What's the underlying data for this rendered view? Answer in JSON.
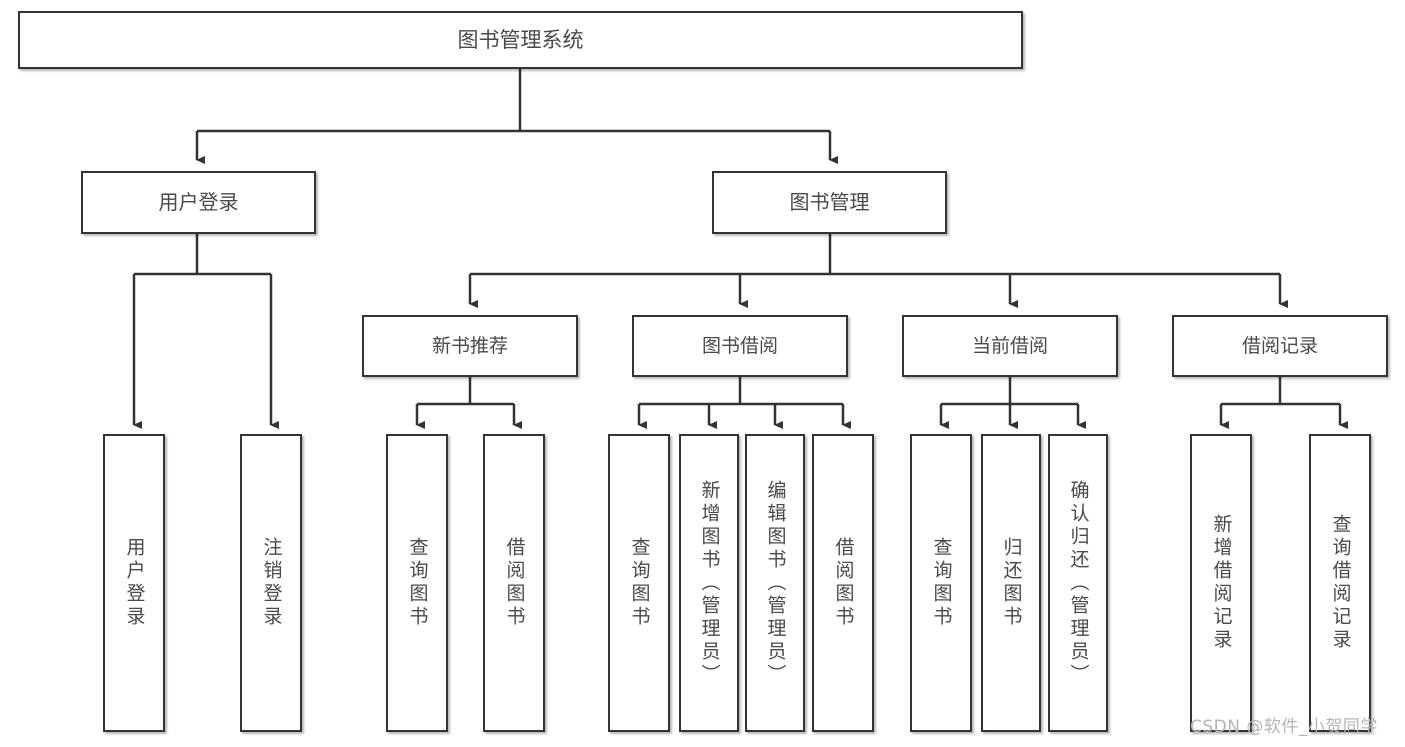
{
  "diagram": {
    "title": "图书管理系统",
    "type": "hierarchy-tree",
    "line_color": "#333333",
    "box_fill": "#ffffff",
    "text_color": "#4a4a4a",
    "watermark": "CSDN @软件_小贺同学"
  },
  "nodes": {
    "root": {
      "label": "图书管理系统"
    },
    "level2": [
      {
        "label": "用户登录"
      },
      {
        "label": "图书管理"
      }
    ],
    "level3": [
      {
        "label": "新书推荐"
      },
      {
        "label": "图书借阅"
      },
      {
        "label": "当前借阅"
      },
      {
        "label": "借阅记录"
      }
    ],
    "leaves_user_login": [
      {
        "label": "用户登录"
      },
      {
        "label": "注销登录"
      }
    ],
    "leaves_new_book": [
      {
        "label": "查询图书"
      },
      {
        "label": "借阅图书"
      }
    ],
    "leaves_borrow": [
      {
        "label": "查询图书"
      },
      {
        "label": "新增图书（管理员）"
      },
      {
        "label": "编辑图书（管理员）"
      },
      {
        "label": "借阅图书"
      }
    ],
    "leaves_current": [
      {
        "label": "查询图书"
      },
      {
        "label": "归还图书"
      },
      {
        "label": "确认归还（管理员）"
      }
    ],
    "leaves_records": [
      {
        "label": "新增借阅记录"
      },
      {
        "label": "查询借阅记录"
      }
    ]
  }
}
